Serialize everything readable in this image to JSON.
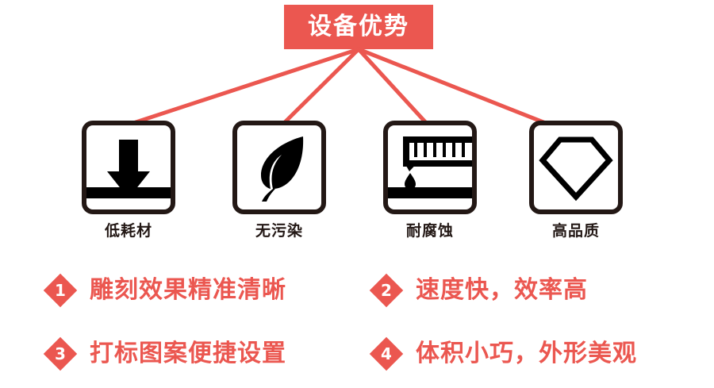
{
  "banner": {
    "title": "设备优势",
    "bg_color": "#EB5750",
    "text_color": "#FFFFFF"
  },
  "connectors": {
    "color": "#EB5750",
    "count": 4
  },
  "features": [
    {
      "label": "低耗材",
      "icon": "down-arrow-icon",
      "has_bar": true
    },
    {
      "label": "无污染",
      "icon": "leaf-icon",
      "has_bar": false
    },
    {
      "label": "耐腐蚀",
      "icon": "ruler-droplet-icon",
      "has_bar": true
    },
    {
      "label": "高品质",
      "icon": "diamond-gem-icon",
      "has_bar": false
    }
  ],
  "bullets": [
    {
      "number": "1",
      "text": "雕刻效果精准清晰"
    },
    {
      "number": "2",
      "text": "速度快，效率高"
    },
    {
      "number": "3",
      "text": "打标图案便捷设置"
    },
    {
      "number": "4",
      "text": "体积小巧，外形美观"
    }
  ],
  "colors": {
    "accent_red": "#EB5750",
    "icon_black": "#000000",
    "border_dark": "#231815",
    "background": "#FFFFFF"
  }
}
